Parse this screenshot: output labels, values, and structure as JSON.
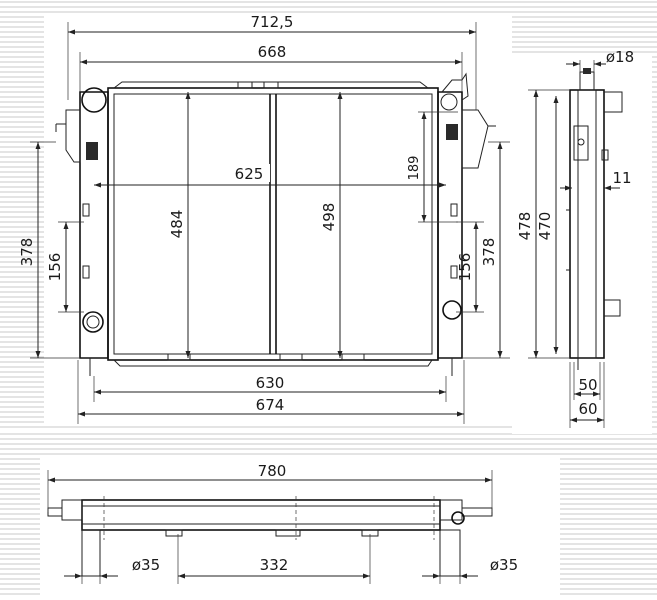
{
  "front_view": {
    "dims": {
      "overall_width": "712,5",
      "core_width_top": "668",
      "core_inner_width": "625",
      "core_height": "484",
      "core_height_right": "498",
      "bracket_height": "189",
      "left_height": "378",
      "left_lower": "156",
      "right_lower": "156",
      "right_height": "378",
      "bottom_inner_width": "630",
      "bottom_outer_width": "674"
    }
  },
  "side_view": {
    "dims": {
      "pipe_diameter": "ø18",
      "offset": "11",
      "height_outer": "478",
      "height_inner": "470",
      "depth_inner": "50",
      "depth_outer": "60"
    }
  },
  "bottom_view": {
    "dims": {
      "overall_length": "780",
      "left_pipe": "ø35",
      "center_span": "332",
      "right_pipe": "ø35"
    }
  }
}
